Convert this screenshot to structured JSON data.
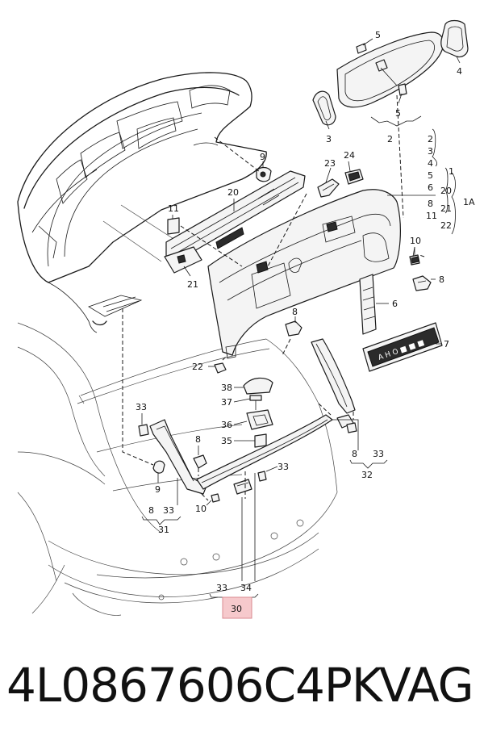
{
  "callouts": {
    "c1": "1",
    "c2": "2",
    "c3": "3",
    "c4": "4",
    "c5": "5",
    "c6": "6",
    "c7": "7",
    "c8": "8",
    "c9": "9",
    "c10": "10",
    "c11": "11",
    "c20": "20",
    "c21": "21",
    "c22": "22",
    "c23": "23",
    "c24": "24",
    "c30": "30",
    "c31": "31",
    "c32": "32",
    "c33": "33",
    "c34": "34",
    "c35": "35",
    "c36": "36",
    "c37": "37",
    "c38": "38",
    "c1A": "1A"
  },
  "footer": {
    "part_number": "4L0867606C4PK",
    "brand": "VAG"
  },
  "colors": {
    "highlight": "#f6c9cc",
    "line": "#1a1a1a"
  }
}
